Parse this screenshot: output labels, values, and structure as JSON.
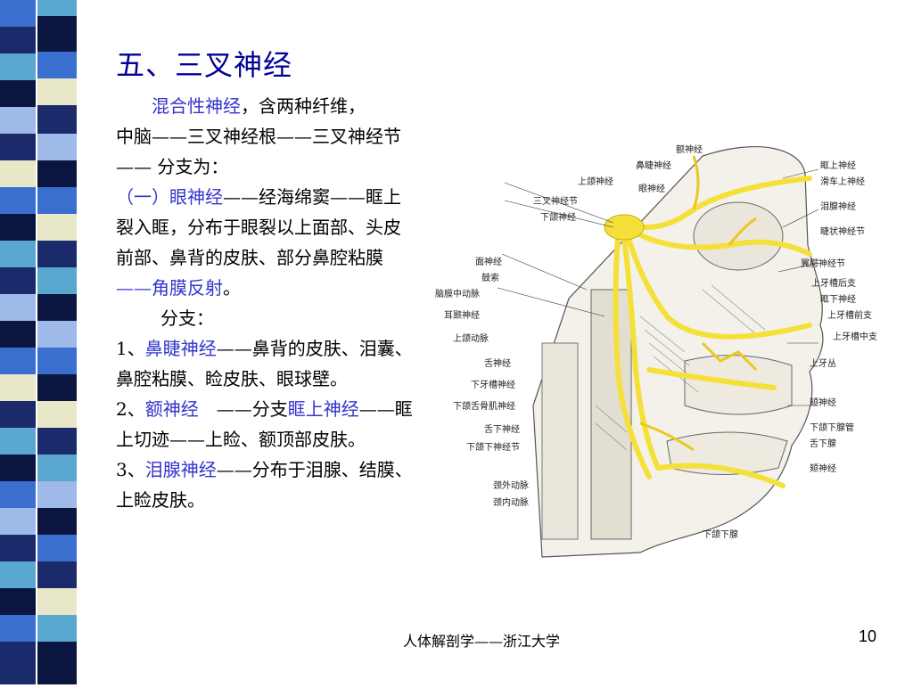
{
  "slide": {
    "title": "五、三叉神经",
    "intro_highlight": "混合性神经",
    "intro_rest": "，含两种纤维，",
    "intro_line2": "中脑——三叉神经根——三叉神经节—— 分支为：",
    "sec1_title": "（一）眼神经",
    "sec1_text": "——经海绵窦——眶上裂入眶，分布于眼裂以上面部、头皮前部、鼻背的皮肤、部分鼻腔粘膜",
    "sec1_dash": "——",
    "sec1_reflex": "角膜反射",
    "sec1_end": "。",
    "branches_heading": "分支：",
    "branches": [
      {
        "num": "1、",
        "name": "鼻睫神经",
        "text": "——鼻背的皮肤、泪囊、鼻腔粘膜、睑皮肤、眼球壁。"
      },
      {
        "num": "2、",
        "name": "额神经",
        "mid": "　——分支",
        "name2": "眶上神经",
        "text": "——眶上切迹——上睑、额顶部皮肤。"
      },
      {
        "num": "3、",
        "name": "泪腺神经",
        "text": "——分布于泪腺、结膜、上睑皮肤。"
      }
    ]
  },
  "figure": {
    "labels_left": [
      "额神经",
      "鼻睫神经",
      "上颌神经",
      "眼神经",
      "三叉神经节",
      "下颌神经",
      "面神经",
      "鼓索",
      "脑膜中动脉",
      "耳颞神经",
      "上颌动脉",
      "舌神经",
      "下牙槽神经",
      "下颌舌骨肌神经",
      "舌下神经",
      "下颌下神经节",
      "颈外动脉",
      "颈内动脉",
      "下颌下腺"
    ],
    "labels_right": [
      "眶上神经",
      "滑车上神经",
      "泪腺神经",
      "睫状神经节",
      "翼腭神经节",
      "上牙槽后支",
      "眶下神经",
      "上牙槽前支",
      "上牙槽中支",
      "上牙丛",
      "颏神经",
      "下颌下腺管",
      "舌下腺",
      "颏神经"
    ]
  },
  "footer": {
    "text": "人体解剖学——浙江大学",
    "page": "10"
  },
  "colors": {
    "title": "#000099",
    "highlight": "#3333cc",
    "nerve": "#f5e03a"
  }
}
